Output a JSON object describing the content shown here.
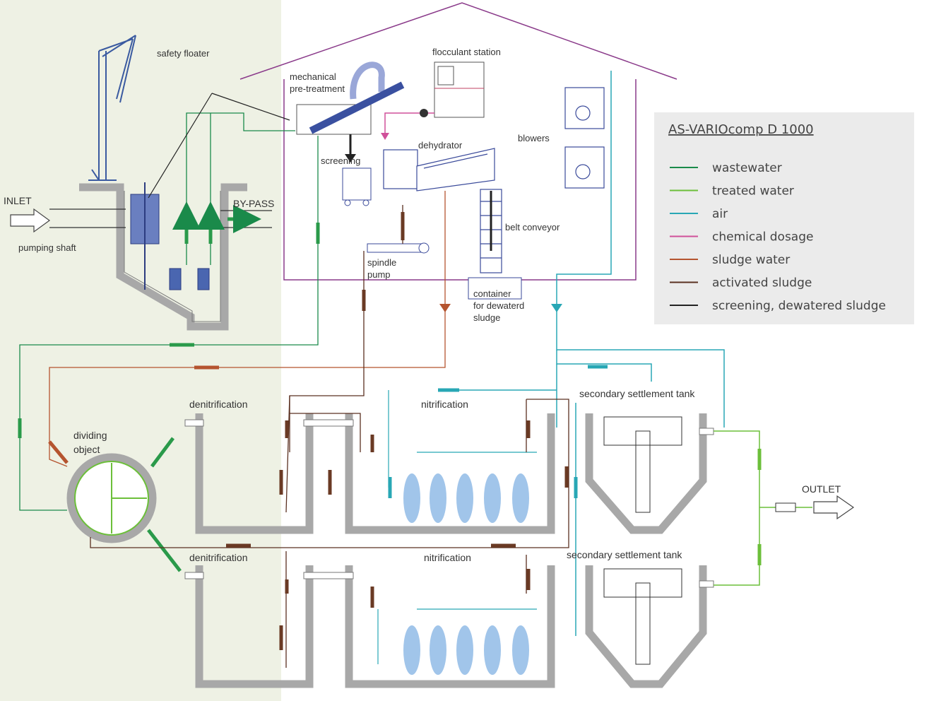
{
  "diagram": {
    "labels": {
      "safety_floater": "safety floater",
      "mechanical_pre_treatment_1": "mechanical",
      "mechanical_pre_treatment_2": "pre-treatment",
      "flocculant_station": "flocculant station",
      "dehydrator": "dehydrator",
      "screening": "screening",
      "blowers": "blowers",
      "belt_conveyor": "belt conveyor",
      "spindle_pump_1": "spindle",
      "spindle_pump_2": "pump",
      "container_1": "container",
      "container_2": "for dewaterd",
      "container_3": "sludge",
      "inlet": "INLET",
      "by_pass": "BY-PASS",
      "pumping_shaft": "pumping shaft",
      "dividing_object_1": "dividing",
      "dividing_object_2": "object",
      "denitrification_top": "denitrification",
      "denitrification_bottom": "denitrification",
      "nitrification_top": "nitrification",
      "nitrification_bottom": "nitrification",
      "secondary_tank_top": "secondary settlement tank",
      "secondary_tank_bottom": "secondary settlement tank",
      "outlet": "OUTLET"
    },
    "legend": {
      "title": "AS-VARIOcomp D 1000",
      "items": [
        {
          "label": "wastewater",
          "color": "#1a8a4a"
        },
        {
          "label": "treated water",
          "color": "#6cbf3a"
        },
        {
          "label": "air",
          "color": "#28a7b5"
        },
        {
          "label": "chemical dosage",
          "color": "#d0509a"
        },
        {
          "label": "sludge water",
          "color": "#b5542f"
        },
        {
          "label": "activated sludge",
          "color": "#5a3020"
        },
        {
          "label": "screening, dewatered sludge",
          "color": "#222222"
        }
      ]
    },
    "colors": {
      "background_panel": "#eef1e4",
      "building_outline": "#8a3a8a",
      "tank_wall": "#a8a8a8",
      "legend_bg": "#ebebeb"
    }
  }
}
